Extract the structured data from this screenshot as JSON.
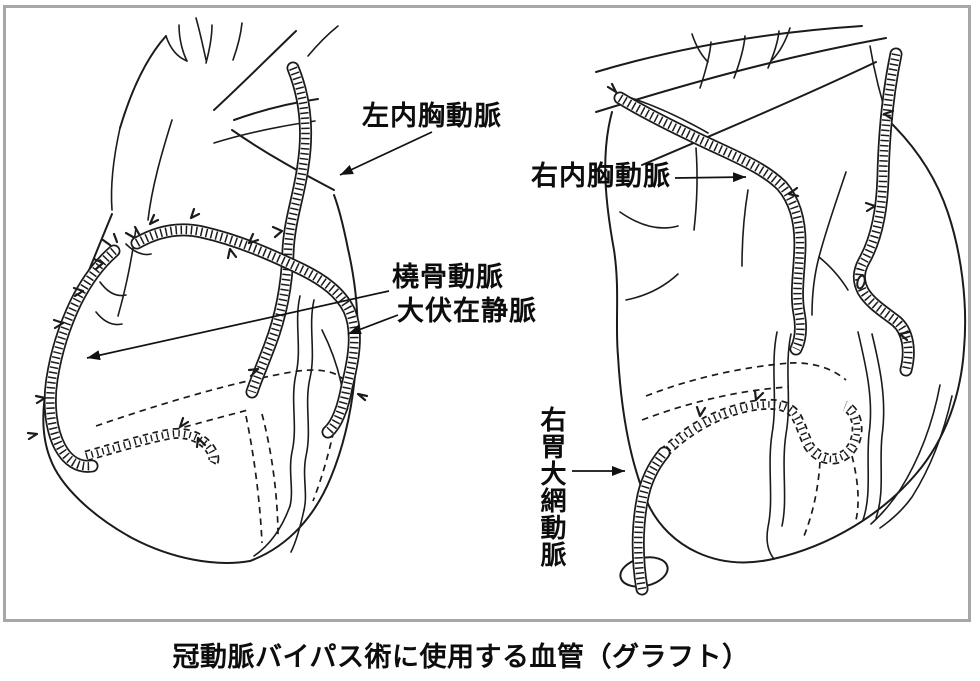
{
  "figure": {
    "caption": "冠動脈バイパス術に使用する血管（グラフト）",
    "left_panel": {
      "label_lita": "左内胸動脈",
      "label_radial": "橈骨動脈",
      "label_saphenous": "大伏在静脈"
    },
    "right_panel": {
      "label_rita": "右内胸動脈",
      "label_gea": "右胃大網動脈"
    },
    "colors": {
      "ink": "#1b1b1b",
      "border": "#a7a7a7",
      "background": "#ffffff"
    }
  }
}
